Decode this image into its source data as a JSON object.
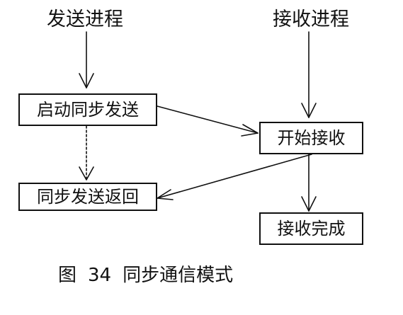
{
  "diagram": {
    "left_title": "发送进程",
    "right_title": "接收进程",
    "boxes": {
      "start_sync_send": "启动同步发送",
      "begin_receive": "开始接收",
      "sync_send_return": "同步发送返回",
      "receive_complete": "接收完成"
    }
  },
  "caption": {
    "figure_label": "图",
    "figure_number": "34",
    "figure_title": "同步通信模式"
  }
}
